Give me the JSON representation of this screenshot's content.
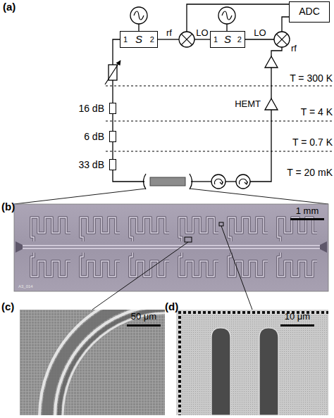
{
  "diagram": {
    "nodes": [
      {
        "text": [
          "1",
          "S",
          "2"
        ]
      },
      {
        "text": [
          "1",
          "S",
          "2"
        ]
      },
      {
        "text": [
          "ADC"
        ]
      },
      {
        "text": [
          "16 dB"
        ]
      },
      {
        "text": [
          "6 dB"
        ]
      },
      {
        "text": [
          "33 dB"
        ]
      },
      {
        "text": [
          "HEMT"
        ]
      }
    ],
    "edges": [
      {
        "from": 3,
        "to": 4,
        "arrow": "none"
      },
      {
        "from": 4,
        "to": 5,
        "arrow": "none"
      }
    ],
    "labels": [
      "(a)",
      "rf",
      "LO",
      "LO",
      "rf",
      "T = 300 K",
      "T = 4 K",
      "T = 0.7 K",
      "T = 20 mK",
      "(b)",
      "1 mm",
      "A3_014",
      "(c)",
      "50 μm",
      "(d)",
      "10 μm"
    ]
  }
}
